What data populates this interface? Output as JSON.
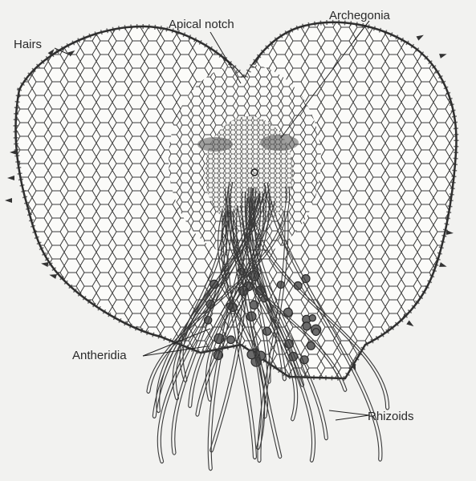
{
  "diagram": {
    "colors": {
      "background": "#f2f2f0",
      "ink": "#2f2f2f",
      "cell_fill": "#fbfbf9",
      "dense_cells": "#555555"
    },
    "labels": {
      "hairs": "Hairs",
      "apical_notch": "Apical notch",
      "archegonia": "Archegonia",
      "antheridia": "Antheridia",
      "rhizoids": "Rhizoids"
    }
  }
}
